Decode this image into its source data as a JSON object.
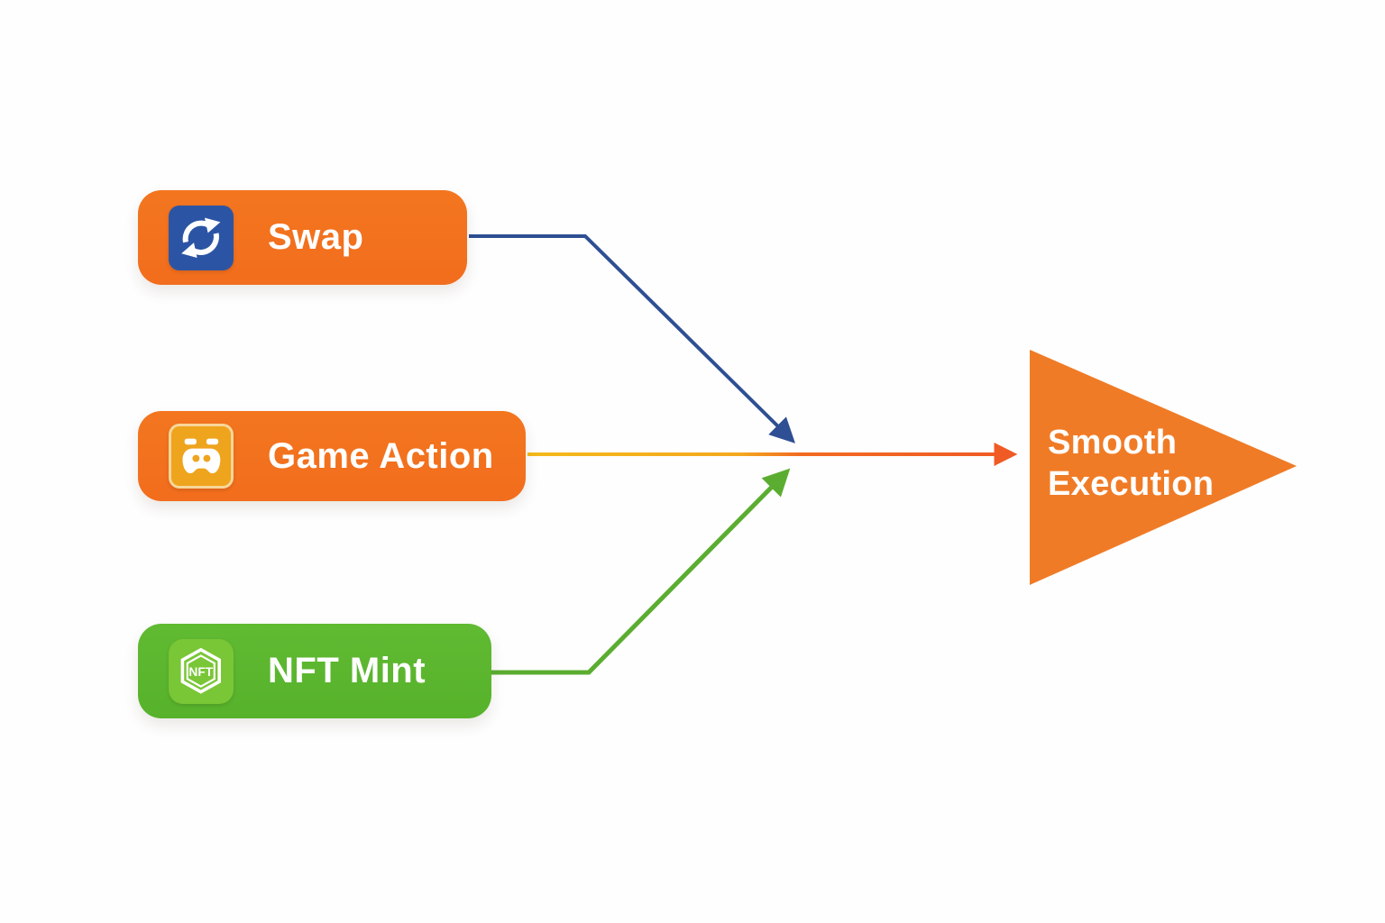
{
  "diagram": {
    "background": "#fefefe",
    "nodes": {
      "swap": {
        "label": "Swap",
        "icon": "swap-sync-icon",
        "box_color": "#f2711e",
        "icon_bg": "#2b55a4"
      },
      "game": {
        "label": "Game Action",
        "icon": "gamepad-icon",
        "box_color": "#f2711e",
        "icon_bg": "#efa41e"
      },
      "nft": {
        "label": "NFT Mint",
        "icon": "nft-hexagon-icon",
        "icon_text": "NFT",
        "box_color": "#5cb72f",
        "icon_bg": "#79c636"
      }
    },
    "target": {
      "label": "Smooth Execution",
      "shape": "right-pointing-triangle",
      "color": "#f07b26"
    },
    "connectors": [
      {
        "from": "swap",
        "to": "target",
        "style": "elbow-then-diagonal-down",
        "color": "#2e4f93"
      },
      {
        "from": "game",
        "to": "target",
        "style": "straight-horizontal",
        "color_start": "#f4b81c",
        "color_end": "#f0591f"
      },
      {
        "from": "nft",
        "to": "target",
        "style": "elbow-then-diagonal-up",
        "color": "#5bad31"
      }
    ]
  }
}
